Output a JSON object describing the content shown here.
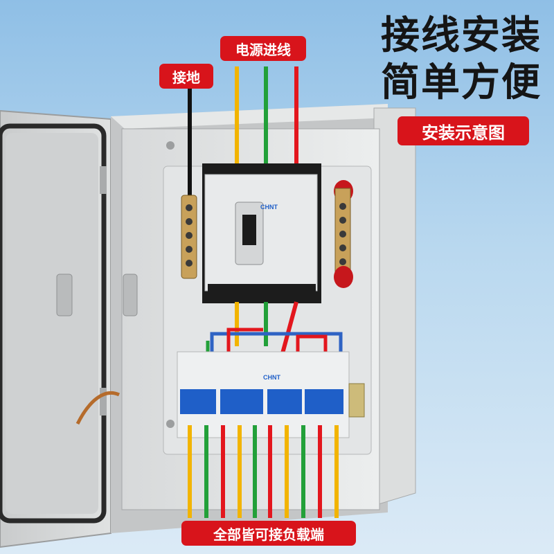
{
  "headline": {
    "line1": "接线安装",
    "line2": "简单方便"
  },
  "badge": "安装示意图",
  "labels": {
    "power_input": "电源进线",
    "ground": "接地",
    "load_terminals": "全部皆可接负载端"
  },
  "breaker_brand": "CHNT",
  "colors": {
    "accent_red": "#d8141b",
    "wire_yellow": "#f2b400",
    "wire_green": "#22a039",
    "wire_red": "#e3161d",
    "wire_blue": "#2f63c4",
    "ground_black": "#111111",
    "mcb_blue": "#1f5fc8"
  }
}
